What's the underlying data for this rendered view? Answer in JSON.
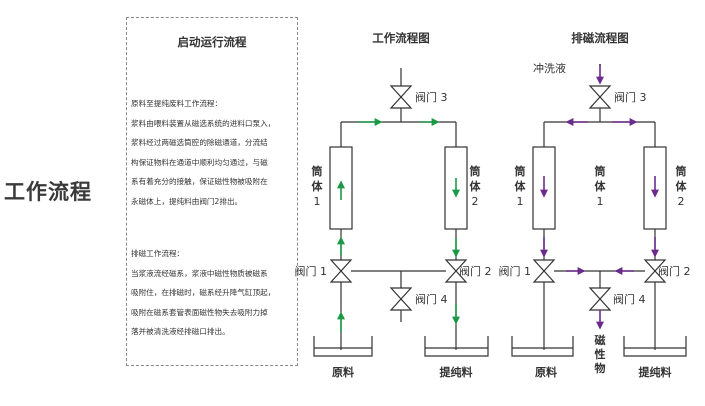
{
  "page_title": "工作流程",
  "description": {
    "title": "启动运行流程",
    "paragraph1": [
      "原料至提纯废料工作流程：",
      "浆料由喂料装置从磁选系统的进料口泵入，",
      "浆料经过两磁选筒腔的除磁通道，分流结",
      "构保证物料在通道中顺利均匀通过，与磁",
      "系有着充分的接触，保证磁性物被吸附在",
      "永磁体上，提纯料由阀门2排出。"
    ],
    "paragraph2": [
      "排磁工作流程：",
      "当浆液流经磁系，浆液中磁性物质被磁系",
      "吸附住，在排磁时，磁系经升降气缸顶起，",
      "吸附在磁系套管表面磁性物失去吸附力掉",
      "落并被清洗液经排磁口排出。"
    ]
  },
  "diagram_work": {
    "title": "工作流程图",
    "valve3": "阀门 3",
    "valve1": "阀门 1",
    "valve2": "阀门 2",
    "valve4": "阀门 4",
    "tube1": [
      "筒",
      "体",
      "1"
    ],
    "tube2": [
      "筒",
      "体",
      "2"
    ],
    "tank_left": "原料",
    "tank_right": "提纯料"
  },
  "diagram_discharge": {
    "title": "排磁流程图",
    "wash_liquid": "冲洗液",
    "valve3": "阀门 3",
    "valve1": "阀门 1",
    "valve2": "阀门 2",
    "valve4": "阀门 4",
    "tube1": [
      "筒",
      "体",
      "1"
    ],
    "tube2": [
      "筒",
      "体",
      "2"
    ],
    "tube_mid": [
      "筒",
      "体",
      "1"
    ],
    "magnetic_output": [
      "磁",
      "性",
      "物"
    ],
    "tank_left": "原料",
    "tank_right": "提纯料"
  },
  "colors": {
    "line": "#333333",
    "work_flow": "#1a9a47",
    "discharge_flow": "#6a2b8c"
  }
}
